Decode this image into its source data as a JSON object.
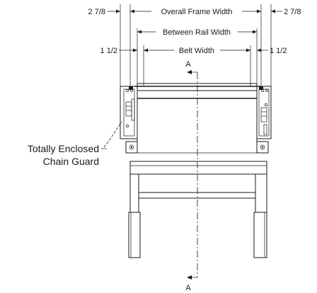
{
  "dimensions": {
    "overall_frame_width": "Overall Frame Width",
    "between_rail_width": "Between Rail Width",
    "belt_width": "Belt Width",
    "frame_offset_left": "2 7/8",
    "frame_offset_right": "2 7/8",
    "rail_offset_left": "1 1/2",
    "rail_offset_right": "1 1/2"
  },
  "callout": {
    "line1": "Totally Enclosed",
    "line2": "Chain Guard"
  },
  "section": {
    "top_marker": "A",
    "bottom_marker": "A"
  }
}
